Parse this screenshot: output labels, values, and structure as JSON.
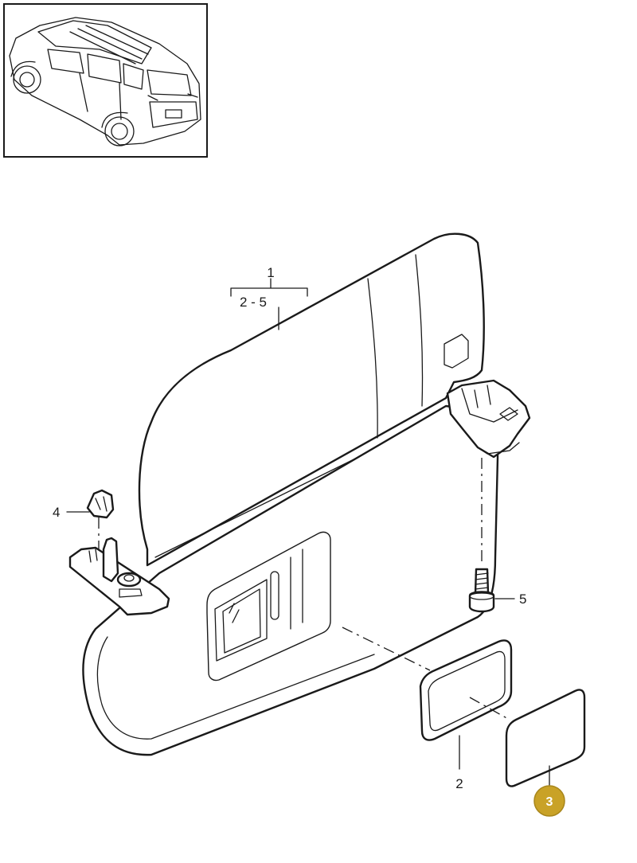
{
  "labels": {
    "part1": "1",
    "part1_range": "2 - 5",
    "part2": "2",
    "part3": "3",
    "part4": "4",
    "part5": "5"
  },
  "highlight": {
    "badge_fill": "#c9a227",
    "badge_stroke": "#a8861b",
    "badge_text_color": "#ffffff"
  },
  "icons": {
    "vehicle_thumbnail": "suv-vehicle-icon"
  }
}
